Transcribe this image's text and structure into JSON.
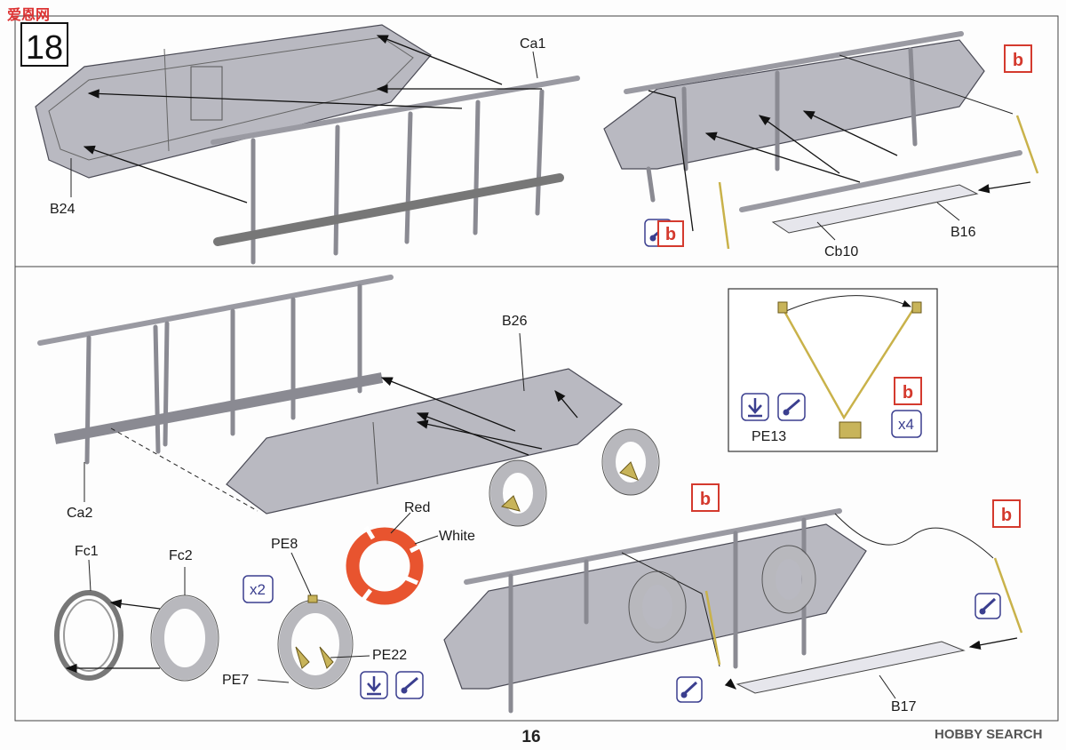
{
  "watermark": {
    "top_left": "爱恩网",
    "bottom_right": "HOBBY SEARCH"
  },
  "step": {
    "number": "18"
  },
  "page_number": "16",
  "labels": {
    "ca1": "Ca1",
    "b24": "B24",
    "cb10": "Cb10",
    "b16": "B16",
    "b26": "B26",
    "ca2": "Ca2",
    "fc1": "Fc1",
    "fc2": "Fc2",
    "pe8": "PE8",
    "pe22": "PE22",
    "pe7": "PE7",
    "pe13": "PE13",
    "red": "Red",
    "white": "White",
    "b17": "B17"
  },
  "badges": {
    "b": "b",
    "x2": "x2",
    "x4": "x4"
  },
  "colors": {
    "badge_red": "#d43a2e",
    "badge_blue": "#3b3f8f",
    "lifebuoy_red": "#e8542f",
    "hull_gray": "#b9b9c1"
  },
  "icons": [
    "glue-icon",
    "fold-down-icon",
    "paint-b-badge"
  ]
}
